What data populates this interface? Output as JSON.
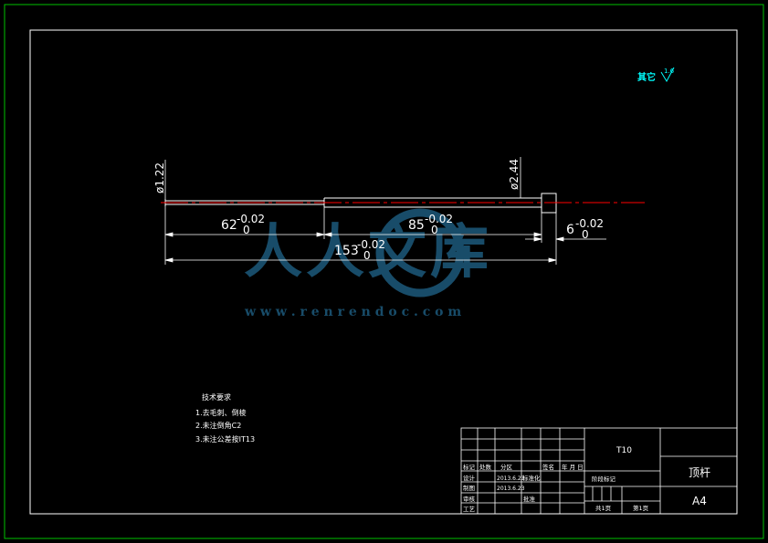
{
  "roughness": {
    "label": "其它",
    "value": "1.6"
  },
  "dimensions": {
    "dia_small": "ø1.22",
    "dia_large": "ø2.44",
    "len_62": "62",
    "len_85": "85",
    "len_153": "153",
    "len_6": "6",
    "tol_upper": "-0.02",
    "tol_lower": "0"
  },
  "tech_req": {
    "title": "技术要求",
    "items": [
      "1.去毛刺、倒棱",
      "2.未注倒角C2",
      "3.未注公差按IT13"
    ]
  },
  "title_block": {
    "material": "T10",
    "part_name": "顶杆",
    "sheet_size": "A4",
    "hdr_mark": "标记",
    "hdr_count": "处数",
    "hdr_zone": "分区",
    "hdr_sign": "签名",
    "hdr_date": "年 月 日",
    "design_label": "设计",
    "design_date": "2013.6.23",
    "standardize_label": "标准化",
    "drafter_label": "制图",
    "drafter_date": "2013.6.23",
    "approve_label": "批准",
    "review_label": "审核",
    "process_label": "工艺",
    "stage_label": "阶段标记",
    "total_sheets": "共1页",
    "sheet_no": "第1页"
  },
  "watermark": {
    "cn": "人人文库",
    "url": "w w w . r e n r e n d o c . c o m"
  },
  "colors": {
    "background": "#000000",
    "frame_outer": "#00c000",
    "frame_inner": "#ffffff",
    "centerline": "#ff0000",
    "roughness": "#00ffff",
    "watermark": "#1d5a7c"
  }
}
